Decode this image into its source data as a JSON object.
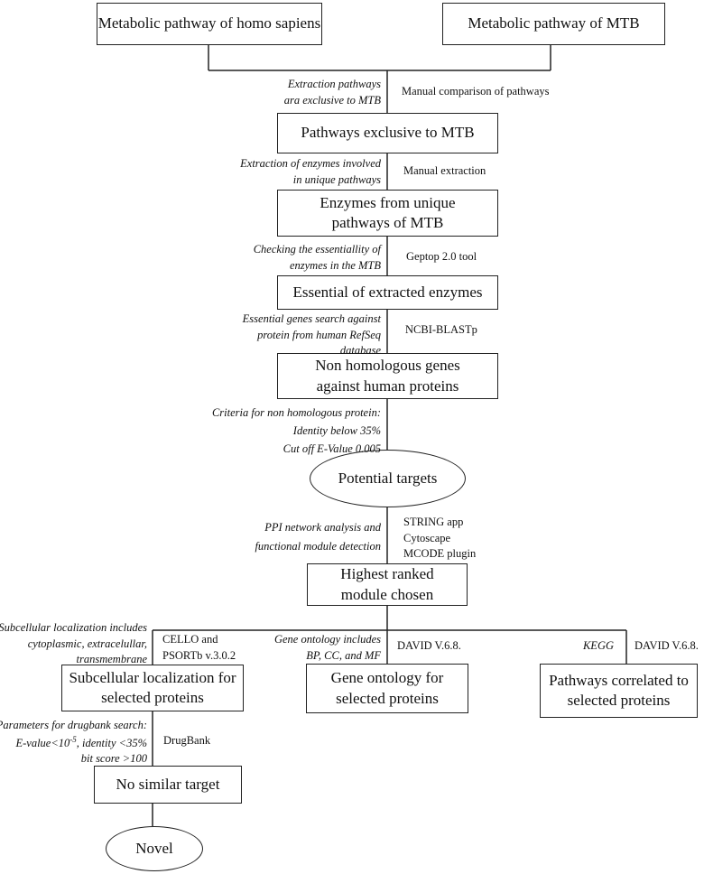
{
  "boxes": {
    "homo": "Metabolic pathway of homo sapiens",
    "mtb": "Metabolic pathway of MTB",
    "exclusive": "Pathways exclusive to MTB",
    "enzymes_l1": "Enzymes from unique",
    "enzymes_l2": "pathways of MTB",
    "essential": "Essential of extracted enzymes",
    "nonhom_l1": "Non homologous genes",
    "nonhom_l2": "against human proteins",
    "potential": "Potential targets",
    "highest_l1": "Highest ranked",
    "highest_l2": "module chosen",
    "subcell_l1": "Subcellular localization for",
    "subcell_l2": "selected proteins",
    "geneont_l1": "Gene ontology for",
    "geneont_l2": "selected proteins",
    "pathways_l1": "Pathways correlated to",
    "pathways_l2": "selected proteins",
    "nosimilar": "No similar target",
    "novel": "Novel"
  },
  "notes": {
    "extraction_l1": "Extraction pathways",
    "extraction_l2": "ara exclusive to MTB",
    "manual_comp": "Manual comparison of pathways",
    "enzymes_l1": "Extraction of enzymes involved",
    "enzymes_l2": "in unique pathways",
    "manual_extraction": "Manual extraction",
    "checking_l1": "Checking the essentiallity of",
    "checking_l2": "enzymes in the MTB",
    "geptop": "Geptop 2.0 tool",
    "essential_l1": "Essential genes search against",
    "essential_l2": "protein from human RefSeq",
    "essential_l3": "database",
    "ncbi": "NCBI-BLASTp",
    "criteria_l1": "Criteria for non homologous protein:",
    "criteria_l2": "Identity below 35%",
    "criteria_l3": "Cut off E-Value 0.005",
    "ppi_l1": "PPI network analysis and",
    "ppi_l2": "functional module detection",
    "string_l1": "STRING app",
    "string_l2": "Cytoscape",
    "string_l3": "MCODE plugin",
    "subcell_l1": "Subcellular localization includes",
    "subcell_l2": "cytoplasmic, extracelullar,",
    "subcell_l3": "transmembrane",
    "cello_l1": "CELLO and",
    "cello_l2": "PSORTb v.3.0.2",
    "go_l1": "Gene ontology includes",
    "go_l2": "BP, CC, and MF",
    "david1": "DAVID V.6.8.",
    "kegg": "KEGG",
    "david2": "DAVID V.6.8.",
    "params_l1": "Parameters for drugbank search:",
    "params_l2a": "E-value<10",
    "params_l2sup": "-5",
    "params_l2b": ", identity <35%",
    "params_l3": "bit score >100",
    "drugbank": "DrugBank"
  }
}
